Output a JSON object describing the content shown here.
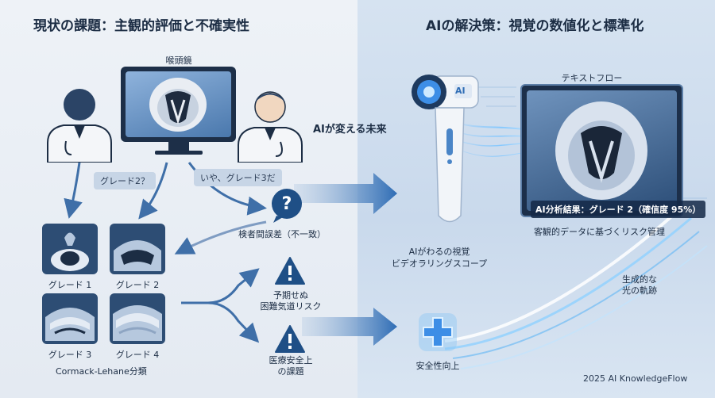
{
  "left": {
    "title": "現状の課題：主観的評価と不確実性",
    "monitor_label": "喉頭鏡",
    "doctor1_bubble": "グレード2？",
    "doctor2_bubble": "いや、グレード3だ",
    "question_label": "検者間誤差（不一致）",
    "grades": [
      "グレード 1",
      "グレード 2",
      "グレード 3",
      "グレード 4"
    ],
    "classification": "Cormack-Lehane分類",
    "risk1": "予期せぬ\n困難気道リスク",
    "risk2": "医療安全上\nの課題"
  },
  "center": {
    "arrow_label": "AIが変える未来"
  },
  "right": {
    "title": "AIの解決策：視覚の数値化と標準化",
    "device_badge": "AI",
    "device_label": "AIがわるの視覚\nビデオラリングスコープ",
    "text_flow_label": "テキストフロー",
    "result": "AI分析結果：グレード 2（確信度 95%）",
    "objective_label": "客観的データに基づくリスク管理",
    "light_label": "生成的な\n光の軌跡",
    "safety_label": "安全性向上",
    "credit": "2025 AI KnowledgeFlow"
  },
  "colors": {
    "navy": "#1c2d44",
    "accent": "#2f6db5",
    "panel_dark": "#2d4d74"
  }
}
